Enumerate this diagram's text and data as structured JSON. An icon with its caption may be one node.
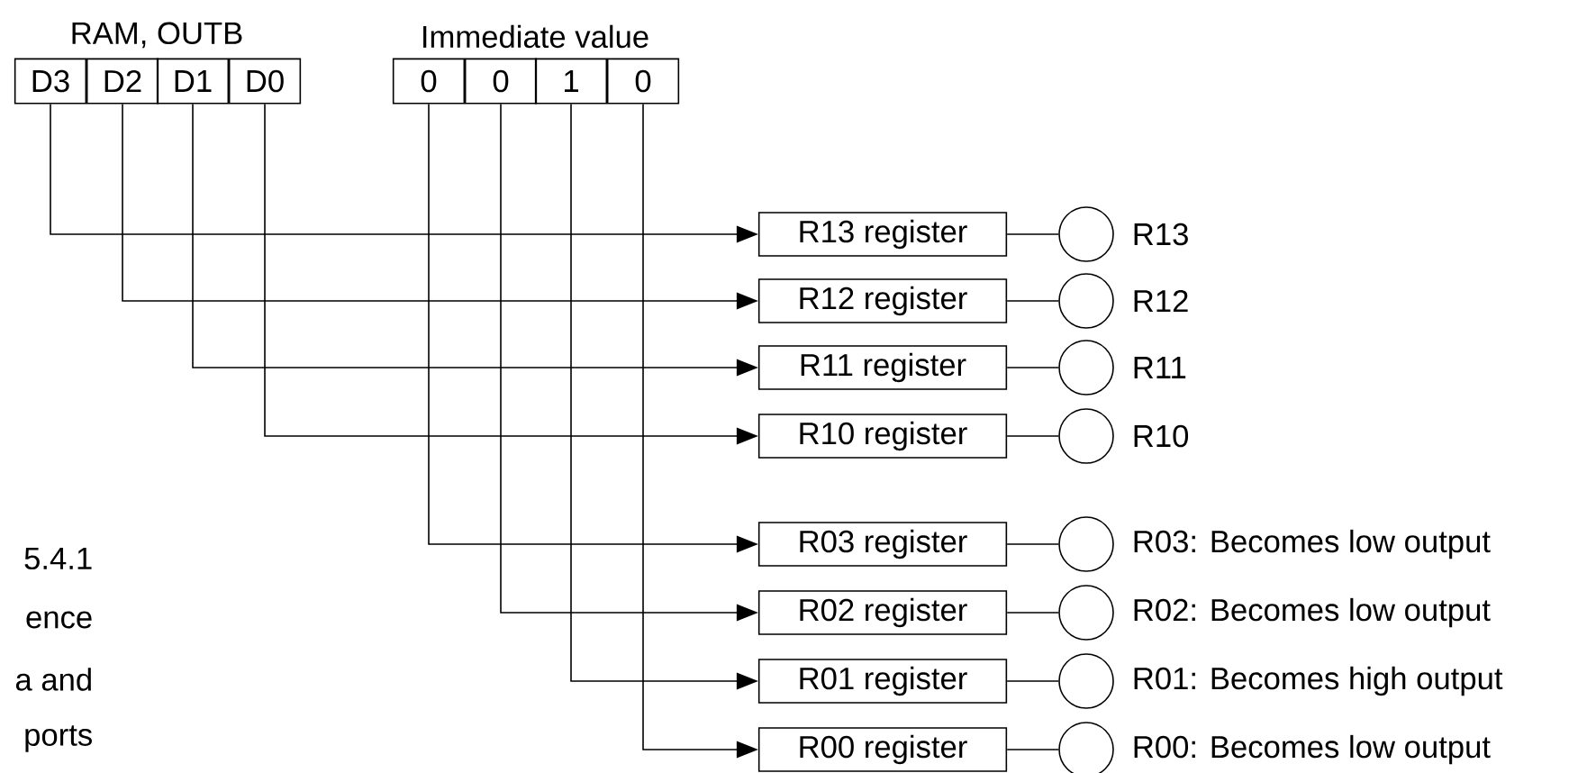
{
  "diagram": {
    "nodes": [
      {
        "text": [
          "D3"
        ]
      },
      {
        "text": [
          "D2"
        ]
      },
      {
        "text": [
          "D1"
        ]
      },
      {
        "text": [
          "D0"
        ]
      },
      {
        "text": [
          "0"
        ]
      },
      {
        "text": [
          "0"
        ]
      },
      {
        "text": [
          "1"
        ]
      },
      {
        "text": [
          "0"
        ]
      },
      {
        "text": [
          "R13 register"
        ]
      },
      {
        "text": [
          "R12 register"
        ]
      },
      {
        "text": [
          "R11 register"
        ]
      },
      {
        "text": [
          "R10 register"
        ]
      },
      {
        "text": [
          "R03 register"
        ]
      },
      {
        "text": [
          "R02 register"
        ]
      },
      {
        "text": [
          "R01 register"
        ]
      },
      {
        "text": [
          "R00 register"
        ]
      },
      {
        "text": [],
        "shape": "circle",
        "beside": [
          "R13"
        ]
      },
      {
        "text": [],
        "shape": "circle",
        "beside": [
          "R12"
        ]
      },
      {
        "text": [],
        "shape": "circle",
        "beside": [
          "R11"
        ]
      },
      {
        "text": [],
        "shape": "circle",
        "beside": [
          "R10"
        ]
      },
      {
        "text": [],
        "shape": "circle",
        "beside": [
          "R03: Becomes low output"
        ]
      },
      {
        "text": [],
        "shape": "circle",
        "beside": [
          "R02: Becomes low output"
        ]
      },
      {
        "text": [],
        "shape": "circle",
        "beside": [
          "R01: Becomes high output"
        ]
      },
      {
        "text": [],
        "shape": "circle",
        "beside": [
          "R00: Becomes low output"
        ]
      }
    ],
    "edges": [
      {
        "from": 0,
        "to": 8,
        "arrow": "to"
      },
      {
        "from": 1,
        "to": 9,
        "arrow": "to"
      },
      {
        "from": 2,
        "to": 10,
        "arrow": "to"
      },
      {
        "from": 3,
        "to": 11,
        "arrow": "to"
      },
      {
        "from": 4,
        "to": 12,
        "arrow": "to"
      },
      {
        "from": 5,
        "to": 13,
        "arrow": "to"
      },
      {
        "from": 6,
        "to": 14,
        "arrow": "to"
      },
      {
        "from": 7,
        "to": 15,
        "arrow": "to"
      },
      {
        "from": 8,
        "to": 16,
        "arrow": "none"
      },
      {
        "from": 9,
        "to": 17,
        "arrow": "none"
      },
      {
        "from": 10,
        "to": 18,
        "arrow": "none"
      },
      {
        "from": 11,
        "to": 19,
        "arrow": "none"
      },
      {
        "from": 12,
        "to": 20,
        "arrow": "none"
      },
      {
        "from": 13,
        "to": 21,
        "arrow": "none"
      },
      {
        "from": 14,
        "to": 22,
        "arrow": "none"
      },
      {
        "from": 15,
        "to": 23,
        "arrow": "none"
      }
    ],
    "labels": [
      "RAM, OUTB",
      "Immediate value",
      "5.4.1",
      "ence",
      "a and",
      "ports"
    ]
  }
}
